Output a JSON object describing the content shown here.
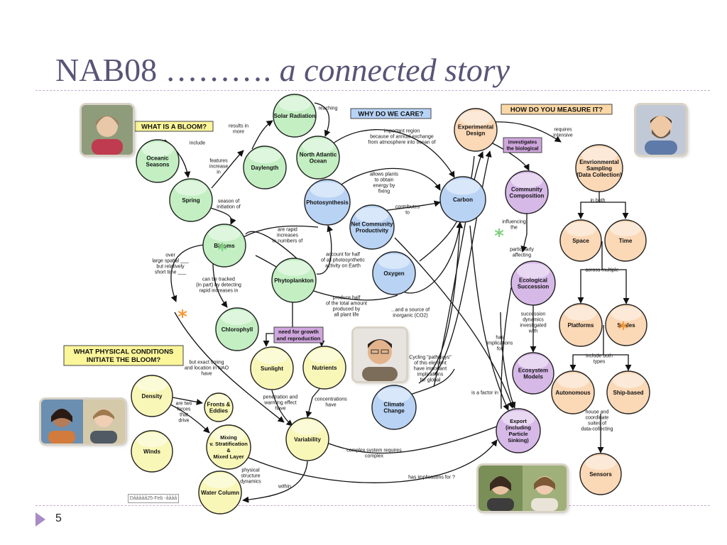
{
  "slide": {
    "title_main": "NAB08 ……….",
    "title_italic": "a connected story",
    "number": "5",
    "date_stamp": "Dååååå25-Feb -åååå"
  },
  "headers": {
    "what_is_bloom": "WHAT IS A BLOOM?",
    "why_care": "WHY DO WE CARE?",
    "how_measure": "HOW DO YOU MEASURE IT?",
    "physical_conditions_1": "WHAT PHYSICAL CONDITIONS",
    "physical_conditions_2": "INITIATE THE BLOOM?",
    "need_growth_1": "need for growth",
    "need_growth_2": "and reproduction",
    "investigates_1": "investigates",
    "investigates_2": "the biological"
  },
  "nodes": {
    "oceanic_seasons": [
      "Oceanic",
      "Seasons"
    ],
    "spring": [
      "Spring"
    ],
    "daylength": [
      "Daylength"
    ],
    "solar_radiation": [
      "Solar Radiation"
    ],
    "north_atlantic": [
      "North Atlantic",
      "Ocean"
    ],
    "photosynthesis": [
      "Photosynthesis"
    ],
    "carbon": [
      "Carbon"
    ],
    "net_community": [
      "Net Community",
      "Productivity"
    ],
    "blooms": [
      "Blooms"
    ],
    "phytoplankton": [
      "Phytoplankton"
    ],
    "oxygen": [
      "Oxygen"
    ],
    "chlorophyll": [
      "Chlorophyll"
    ],
    "sunlight": [
      "Sunlight"
    ],
    "nutrients": [
      "Nutrients"
    ],
    "climate_change": [
      "Climate",
      "Change"
    ],
    "variability": [
      "Variability"
    ],
    "density": [
      "Density"
    ],
    "winds": [
      "Winds"
    ],
    "fronts": [
      "Fronts &",
      "Eddies"
    ],
    "mixing": [
      "Mixing",
      "v. Stratification",
      "&",
      "Mixed Layer"
    ],
    "water_column": [
      "Water Column"
    ],
    "experimental_design": [
      "Experimental",
      "Design"
    ],
    "community_composition": [
      "Community",
      "Composition"
    ],
    "ecological_succession": [
      "Ecological",
      "Succession"
    ],
    "ecosystem_models": [
      "Ecosystem",
      "Models"
    ],
    "export": [
      "Export",
      "(including",
      "Particle",
      "Sinking)"
    ],
    "environmental_sampling": [
      "Envrionmental",
      "Sampling",
      "(Data Collection)"
    ],
    "space": [
      "Space"
    ],
    "time": [
      "Time"
    ],
    "platforms": [
      "Platforms"
    ],
    "scales": [
      "Scales"
    ],
    "autonomous": [
      "Autonomous"
    ],
    "ship_based": [
      "Ship-based"
    ],
    "sensors": [
      "Sensors"
    ]
  },
  "labels": {
    "include": [
      "include"
    ],
    "features_increase": [
      "features",
      "increase",
      "in"
    ],
    "results_in_more": [
      "results in",
      "more"
    ],
    "reaching": [
      "reaching"
    ],
    "important_region": [
      "important region",
      "because of annual exchange",
      "from atmosphere into ocean of"
    ],
    "allows_plants": [
      "allows plants",
      "to obtain",
      "energy by",
      "fixing"
    ],
    "contributes_to": [
      "contributes",
      "to"
    ],
    "season_of_initiation": [
      "season of",
      "initiation of"
    ],
    "are_rapid_increases": [
      "are rapid",
      "increases",
      "in numbers of"
    ],
    "over_large_spatial": [
      "over",
      "large spatial ___",
      "but relatively",
      "short time ___"
    ],
    "can_be_tracked": [
      "can be tracked",
      "(in part) by detecting",
      "rapid increases in"
    ],
    "account_for_half": [
      "account for half",
      "of all photosynthetic",
      "activity on Earth"
    ],
    "produce_half": [
      "produce half",
      "of the total amount",
      "produced by",
      "all plant life"
    ],
    "source_inorganic": [
      "...and a source of",
      "inorganic (CO2)"
    ],
    "but_exact_timing": [
      "but exact timing",
      "and location in NAO",
      "have"
    ],
    "cycling_pathways": [
      "Cycling \"pathways\"",
      "of this element",
      "have important",
      "implications",
      "for global"
    ],
    "penetration_warming": [
      "penetration and",
      "warming effect",
      "have"
    ],
    "concentrations_have": [
      "concentrations",
      "have"
    ],
    "are_two_forces": [
      "are two",
      "forces",
      "that",
      "drive"
    ],
    "physical_structure": [
      "physical",
      "structure",
      "dynamics"
    ],
    "within": [
      "within"
    ],
    "complex_system": [
      "complex system requires",
      "complex"
    ],
    "has_implications_for_q": [
      "has implications for ?"
    ],
    "is_a_factor_in": [
      "is a factor in"
    ],
    "has_implications_for": [
      "has",
      "implications",
      "for"
    ],
    "requires_intensive": [
      "requires",
      "intensive"
    ],
    "in_both": [
      "in both"
    ],
    "across_multiple": [
      "across multiple"
    ],
    "include_both_types": [
      "include both",
      "types"
    ],
    "house_and_coordinate": [
      "house and",
      "coordinate",
      "suites of",
      "data-collecting"
    ],
    "influencing_the": [
      "influencing",
      "the"
    ],
    "particularly_affecting": [
      "particularly",
      "affecting"
    ],
    "succession_dynamics": [
      "succession",
      "dynamics",
      "investigated",
      "with"
    ]
  },
  "colors": {
    "green_node": "#c3efc3",
    "blue_node": "#b9d3f5",
    "yellow_node": "#f9f7b8",
    "orange_node": "#fbd8b6",
    "purple_node": "#d7b9e8",
    "header_yellow": "#fbf69a",
    "header_blue": "#b7d3f7",
    "header_orange": "#fbd8a6",
    "label_purple": "#cfa6dd",
    "title_color": "#5a5477",
    "rule_color": "#c7a9cf",
    "star_orange": "#f39a3b",
    "star_green": "#7ed07e"
  }
}
